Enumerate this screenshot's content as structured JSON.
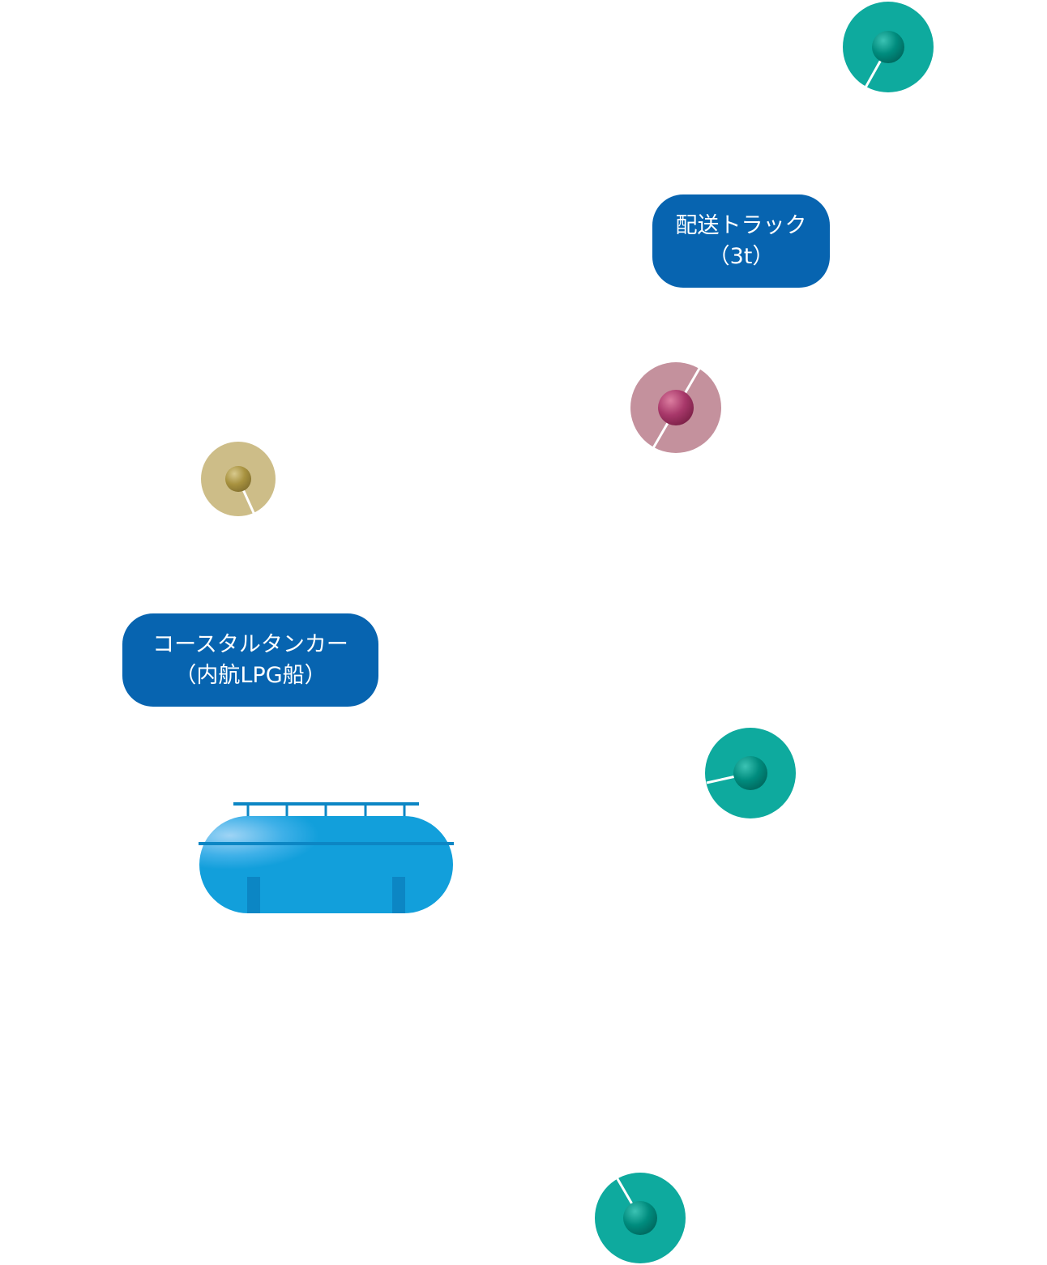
{
  "colors": {
    "label_bg": "#0764b0",
    "teal_outer": "#0eaa9e",
    "teal_inner": "#007f73",
    "pink_outer": "#c4919d",
    "pink_inner": "#a23a64",
    "khaki_outer": "#cdbd88",
    "khaki_inner": "#9e8a3c",
    "tank_body": "#129fdb",
    "tank_dark": "#0c82b9"
  },
  "labels": {
    "truck": {
      "line1": "配送トラック",
      "line2": "（3t）"
    },
    "tanker": {
      "line1": "コースタルタンカー",
      "line2": "（内航LPG船）"
    }
  },
  "icons": {
    "markers": [
      "teal-marker-icon",
      "pink-marker-icon",
      "khaki-marker-icon",
      "teal-marker-icon",
      "teal-marker-icon"
    ],
    "tank": "lpg-tank-icon"
  }
}
